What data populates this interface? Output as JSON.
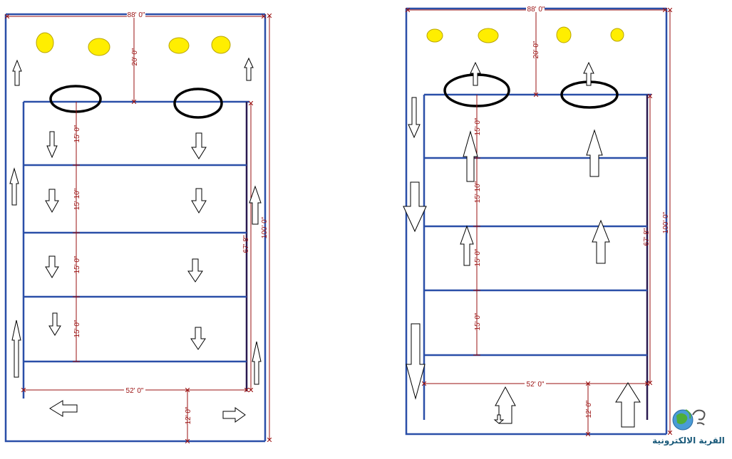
{
  "plans": [
    {
      "id": "left",
      "dims": {
        "top_width": "88' 0\"",
        "top_offset": "20' 0\"",
        "rows": [
          "15' 0\"",
          "15' 10\"",
          "15' 0\"",
          "15' 0\""
        ],
        "inner_width": "52' 0\"",
        "inner_height": "67' 8\"",
        "outer_height": "100' 0\"",
        "bottom_offset": "12' 0\""
      }
    },
    {
      "id": "right",
      "dims": {
        "top_width": "88' 0\"",
        "top_offset": "20' 0\"",
        "rows": [
          "15' 0\"",
          "15' 10\"",
          "15' 0\"",
          "15' 0\""
        ],
        "inner_width": "52' 0\"",
        "inner_height": "67' 8\"",
        "outer_height": "100' 0\"",
        "bottom_offset": "12' 0\""
      }
    }
  ],
  "logo": {
    "text": "القرية الالكترونية"
  },
  "colors": {
    "wall": "#2a4fa8",
    "dimension": "#9a1010",
    "light": "#ffee00",
    "ring": "#000000",
    "logo_text": "#1a5a7a"
  }
}
